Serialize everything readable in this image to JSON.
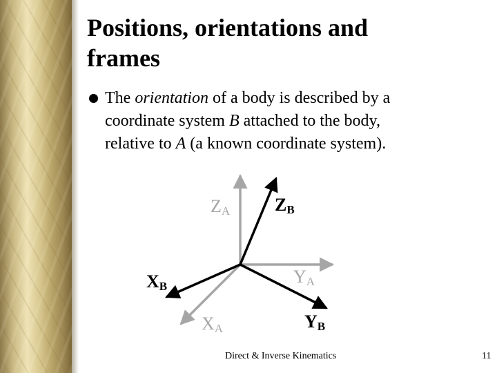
{
  "slide": {
    "title_line1": "Positions, orientations and",
    "title_line2": "frames",
    "bullet": {
      "before": "The ",
      "emph": "orientation",
      "mid1": " of a body is described by a",
      "line2_before": "coordinate system ",
      "var_b": "B",
      "line2_after": " attached to the body,",
      "line3_before": "relative to ",
      "var_a": "A",
      "line3_after": " (a known coordinate system)."
    },
    "footer": "Direct & Inverse Kinematics",
    "page_number": "11"
  },
  "diagram": {
    "frame_a": {
      "z": "Z",
      "y": "Y",
      "x": "X",
      "subscript": "A",
      "color": "#a6a6a6"
    },
    "frame_b": {
      "z": "Z",
      "y": "Y",
      "x": "X",
      "subscript": "B",
      "color": "#000000"
    }
  }
}
